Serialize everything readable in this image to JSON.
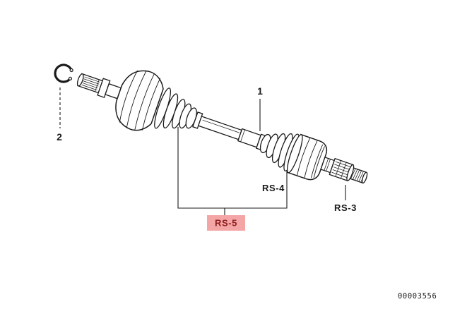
{
  "callouts": {
    "item_1": {
      "label": "1"
    },
    "item_2": {
      "label": "2"
    },
    "rs_3": {
      "label": "RS-3"
    },
    "rs_4": {
      "label": "RS-4"
    },
    "rs_5": {
      "label": "RS-5",
      "highlighted": true
    }
  },
  "highlight": {
    "background": "#f4a6a6",
    "text_color": "#8f1d1d"
  },
  "footer": {
    "doc_number": "00003556"
  },
  "colors": {
    "line": "#1a1a1a",
    "background": "#ffffff"
  }
}
